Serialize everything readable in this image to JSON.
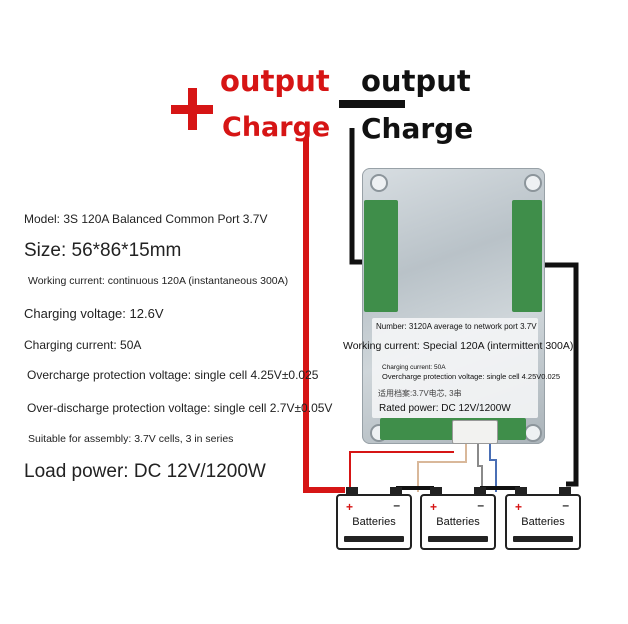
{
  "labels": {
    "positive_output": "output",
    "positive_charge": "Charge",
    "negative_output": "output",
    "negative_charge": "Charge"
  },
  "specs": {
    "model": "Model: 3S 120A Balanced Common Port 3.7V",
    "size": "Size: 56*86*15mm",
    "working_current": "Working current: continuous 120A (instantaneous 300A)",
    "charging_voltage": "Charging voltage: 12.6V",
    "charging_current": "Charging current: 50A",
    "overcharge": "Overcharge protection voltage: single cell 4.25V±0.025",
    "overdischarge": "Over-discharge protection voltage: single cell 2.7V±0.05V",
    "assembly": "Suitable for assembly: 3.7V cells, 3 in series",
    "load_power": "Load power: DC 12V/1200W"
  },
  "board_label": {
    "number": "Number: 3120A average to network port 3.7V",
    "working_current": "Working current: Special 120A (intermittent 300A)",
    "charging_current": "Charging current: 50A",
    "overcharge": "Overcharge protection voltage: single cell 4.25V0.025",
    "chinese_line": "适用档案:3.7V电芯, 3串",
    "rated_power": "Rated power: DC 12V/1200W"
  },
  "batteries": [
    "Batteries",
    "Batteries",
    "Batteries"
  ],
  "colors": {
    "positive_wire": "#d61515",
    "negative_wire": "#111111",
    "balance_wire_1": "#d9b89a",
    "balance_wire_2": "#8a8a8a",
    "balance_wire_3": "#4a6fb5",
    "board_green": "#3f8e4a"
  }
}
